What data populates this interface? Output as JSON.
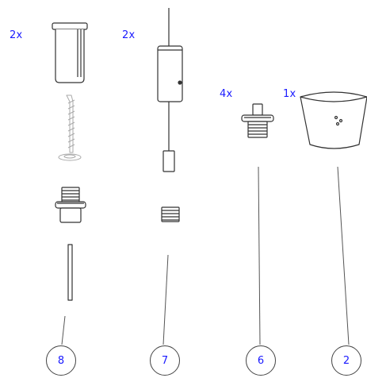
{
  "parts": [
    {
      "id": "part-a",
      "quantity": "2x"
    },
    {
      "id": "part-b",
      "quantity": "2x"
    },
    {
      "id": "part-c",
      "quantity": "4x"
    },
    {
      "id": "part-d",
      "quantity": "1x"
    }
  ],
  "callouts": [
    "8",
    "7",
    "6",
    "2"
  ],
  "colors": {
    "accent": "#1a1aff",
    "line": "#333333",
    "fill": "#ffffff"
  }
}
